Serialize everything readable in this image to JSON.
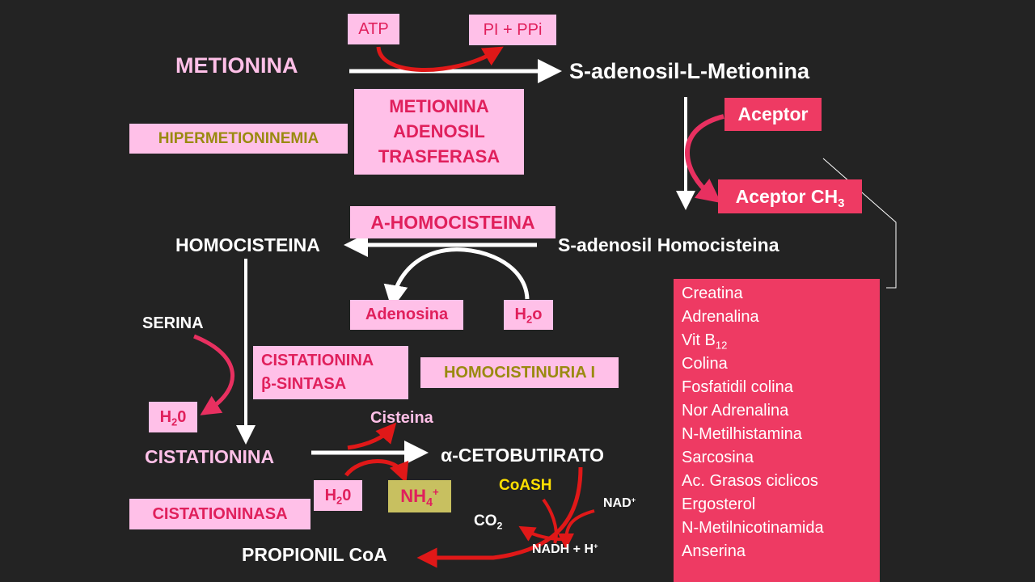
{
  "top": {
    "metionina": "METIONINA",
    "atp": "ATP",
    "pi_ppi": "PI + PPi",
    "sam": "S-adenosil-L-Metionina"
  },
  "enzymes": {
    "mat_line1": "METIONINA",
    "mat_line2": "ADENOSIL",
    "mat_line3": "TRASFERASA",
    "a_homocisteina": "A-HOMOCISTEINA",
    "cbs_line1": "CISTATIONINA",
    "cbs_beta": "β",
    "cbs_line2": "-SINTASA",
    "cistationinasa": "CISTATIONINASA"
  },
  "diseases": {
    "hipermetioninemia": "HIPERMETIONINEMIA",
    "homocistinuria": "HOMOCISTINURIA I"
  },
  "methyl": {
    "aceptor": "Aceptor",
    "aceptor_ch3": "Aceptor CH",
    "aceptor_ch3_sub": "3"
  },
  "middle": {
    "homocisteina": "HOMOCISTEINA",
    "sah": "S-adenosil Homocisteina",
    "adenosina": "Adenosina",
    "h2o_h": "H",
    "h2o_sub": "2",
    "h2o_o": "o",
    "serina": "SERINA",
    "h20_a_h": "H",
    "h20_a_sub": "2",
    "h20_a_0": "0"
  },
  "bottom": {
    "cistationina": "CISTATIONINA",
    "cisteina": "Cisteina",
    "alpha": "α",
    "cetobutirato": "-CETOBUTIRATO",
    "h20_b_h": "H",
    "h20_b_sub": "2",
    "h20_b_0": "0",
    "nh4": "NH",
    "nh4_sub": "4",
    "nh4_sup": "+",
    "coash": "CoASH",
    "nad": "NAD",
    "nad_sup": "+",
    "co2": "CO",
    "co2_sub": "2",
    "nadh": "NADH + H",
    "nadh_sup": "+",
    "propionil": "PROPIONIL CoA"
  },
  "products": {
    "items": [
      {
        "text": "Creatina",
        "sub": ""
      },
      {
        "text": "Adrenalina",
        "sub": ""
      },
      {
        "text": "Vit B",
        "sub": "12"
      },
      {
        "text": "Colina",
        "sub": ""
      },
      {
        "text": "Fosfatidil colina",
        "sub": ""
      },
      {
        "text": "Nor Adrenalina",
        "sub": ""
      },
      {
        "text": "N-Metilhistamina",
        "sub": ""
      },
      {
        "text": "Sarcosina",
        "sub": ""
      },
      {
        "text": "Ac. Grasos ciclicos",
        "sub": ""
      },
      {
        "text": "Ergosterol",
        "sub": ""
      },
      {
        "text": "N-Metilnicotinamida",
        "sub": ""
      },
      {
        "text": "Anserina",
        "sub": ""
      }
    ]
  },
  "colors": {
    "background": "#232323",
    "pink_box": "#ffc0e8",
    "red_box": "#ee3a63",
    "olive_box": "#c8c060",
    "olive_text": "#9a8a10",
    "yellow_text": "#ffe000",
    "red_arrow": "#e01818",
    "pink_arrow": "#e83060"
  }
}
